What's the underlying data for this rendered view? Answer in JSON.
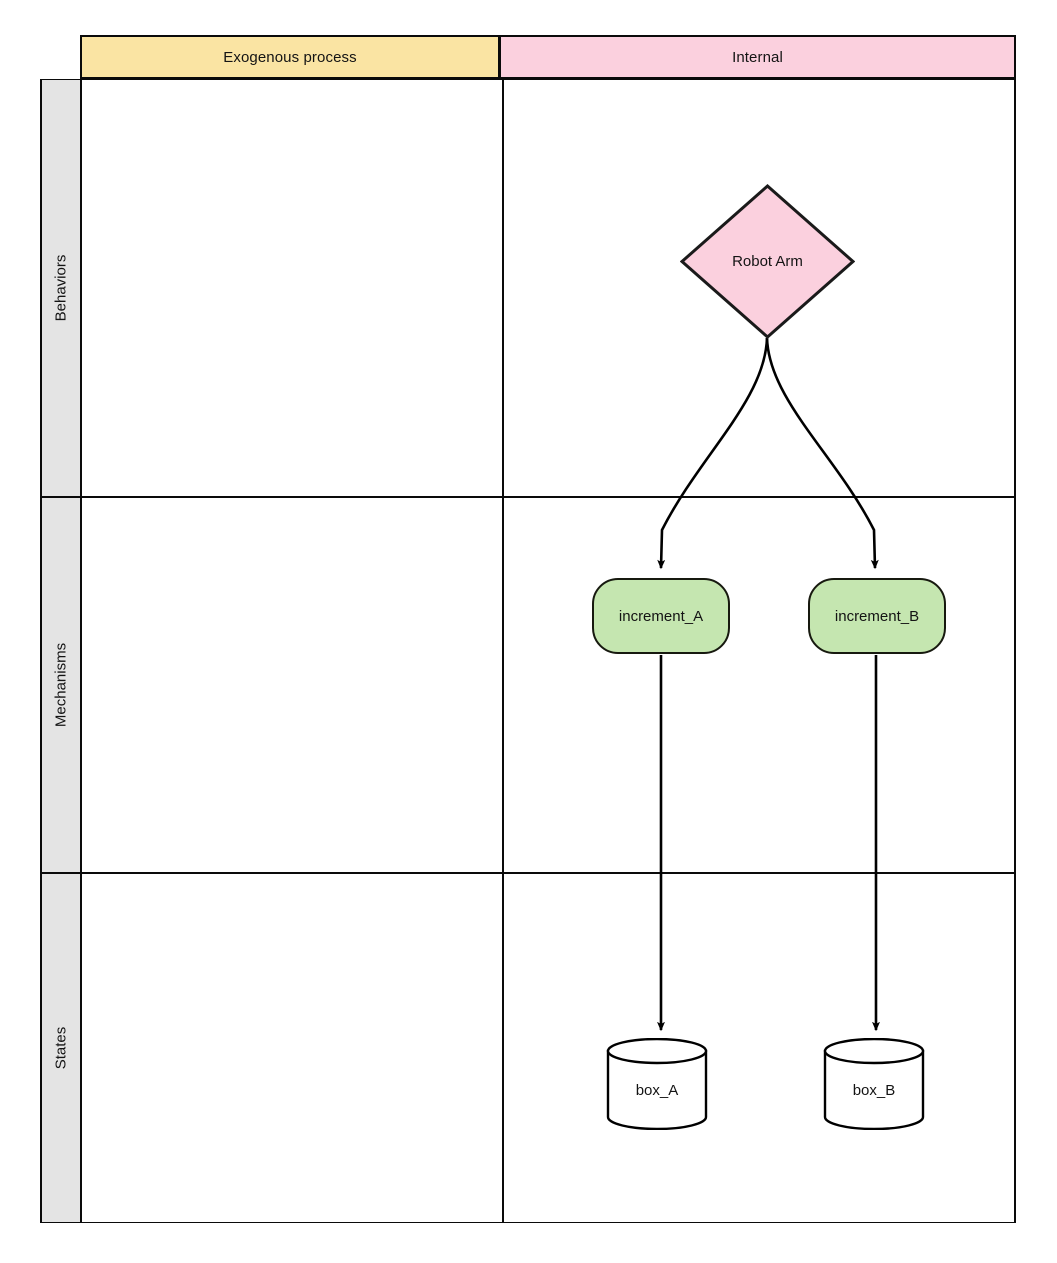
{
  "diagram": {
    "type": "swimlane-flowchart",
    "title": "",
    "columns": [
      {
        "id": "exogenous",
        "label": "Exogenous process",
        "color": "#fae4a3"
      },
      {
        "id": "internal",
        "label": "Internal",
        "color": "#fbd0de"
      }
    ],
    "rows": [
      {
        "id": "behaviors",
        "label": "Behaviors",
        "color": "#e4e4e4"
      },
      {
        "id": "mechanisms",
        "label": "Mechanisms",
        "color": "#e4e4e4"
      },
      {
        "id": "states",
        "label": "States"
      }
    ],
    "nodes": [
      {
        "id": "robot-arm",
        "label": "Robot Arm",
        "shape": "diamond",
        "fill": "#fbd0de",
        "stroke": "#1a1a1a",
        "column": "internal",
        "row": "behaviors"
      },
      {
        "id": "increment-a",
        "label": "increment_A",
        "shape": "rounded-rect",
        "fill": "#c5e6b0",
        "stroke": "#17190f",
        "column": "internal",
        "row": "mechanisms"
      },
      {
        "id": "increment-b",
        "label": "increment_B",
        "shape": "rounded-rect",
        "fill": "#c5e6b0",
        "stroke": "#17190f",
        "column": "internal",
        "row": "mechanisms"
      },
      {
        "id": "box-a",
        "label": "box_A",
        "shape": "cylinder",
        "fill": "#ffffff",
        "stroke": "#000000",
        "column": "internal",
        "row": "states"
      },
      {
        "id": "box-b",
        "label": "box_B",
        "shape": "cylinder",
        "fill": "#ffffff",
        "stroke": "#000000",
        "column": "internal",
        "row": "states"
      }
    ],
    "edges": [
      {
        "id": "robot-arm-to-increment-a",
        "from": "robot-arm",
        "to": "increment-a",
        "style": "curved",
        "arrowhead": "filled-triangle",
        "label": ""
      },
      {
        "id": "robot-arm-to-increment-b",
        "from": "robot-arm",
        "to": "increment-b",
        "style": "curved",
        "arrowhead": "filled-triangle",
        "label": ""
      },
      {
        "id": "increment-a-to-box-a",
        "from": "increment-a",
        "to": "box-a",
        "style": "straight",
        "arrowhead": "filled-triangle",
        "label": ""
      },
      {
        "id": "increment-b-to-box-b",
        "from": "increment-b",
        "to": "box-b",
        "style": "straight",
        "arrowhead": "filled-triangle",
        "label": ""
      }
    ],
    "colors": {
      "background": "#ffffff",
      "stroke": "#0a0a0a",
      "row_band": "#e4e4e4",
      "header_exogenous": "#fae4a3",
      "header_internal": "#fbd0de",
      "node_green": "#c5e6b0",
      "node_pink": "#fbd0de"
    }
  }
}
